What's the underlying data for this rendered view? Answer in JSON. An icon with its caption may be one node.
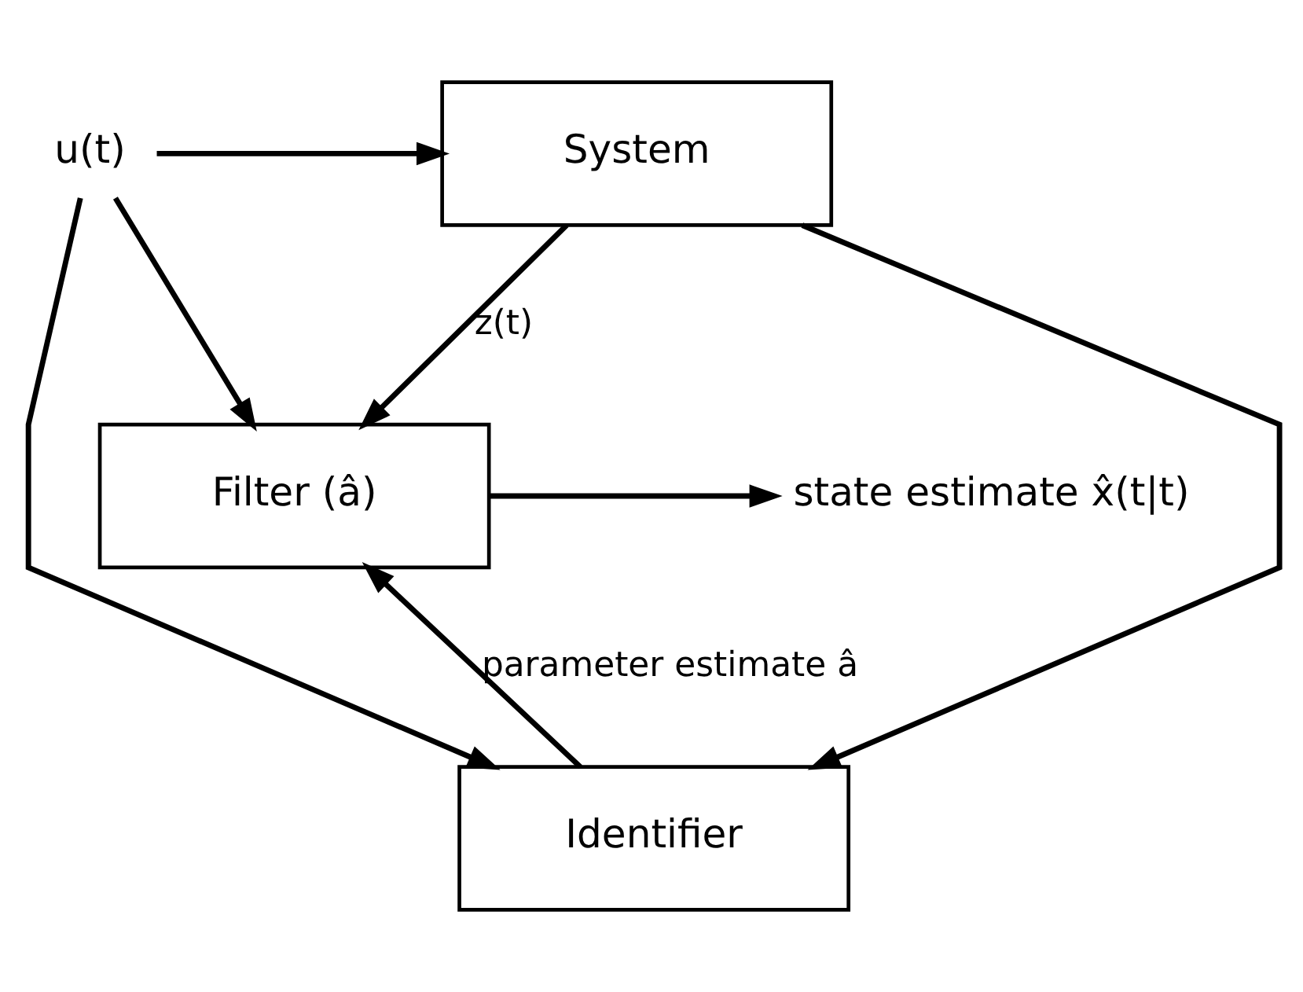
{
  "diagram": {
    "nodes": [
      {
        "text": [
          "u(t)"
        ]
      },
      {
        "text": [
          "System"
        ]
      },
      {
        "text": [
          "Filter (â)"
        ]
      },
      {
        "text": [
          "Identifier"
        ]
      },
      {
        "text": [
          "state estimate x̂(t|t)"
        ]
      }
    ],
    "edges": [
      {
        "from": 0,
        "to": 1,
        "arrow": "to"
      },
      {
        "from": 0,
        "to": 2,
        "arrow": "to"
      },
      {
        "from": 0,
        "to": 3,
        "arrow": "to"
      },
      {
        "from": 1,
        "to": 2,
        "arrow": "to",
        "label": "z(t)"
      },
      {
        "from": 1,
        "to": 3,
        "arrow": "to"
      },
      {
        "from": 3,
        "to": 2,
        "arrow": "to",
        "label": "parameter estimate â"
      },
      {
        "from": 2,
        "to": 4,
        "arrow": "to"
      }
    ]
  }
}
